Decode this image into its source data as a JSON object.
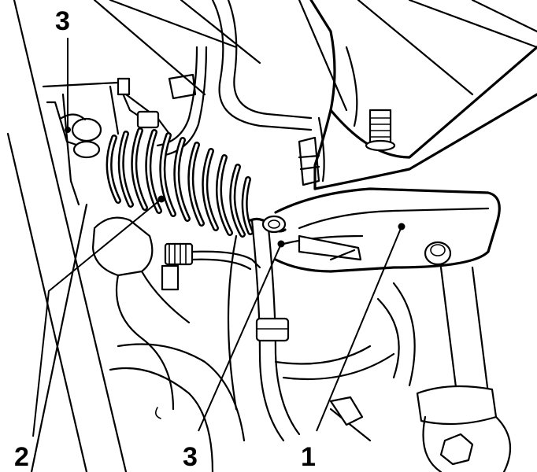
{
  "callouts": {
    "c1": "1",
    "c2": "2",
    "c3_top": "3",
    "c3_bottom": "3"
  }
}
